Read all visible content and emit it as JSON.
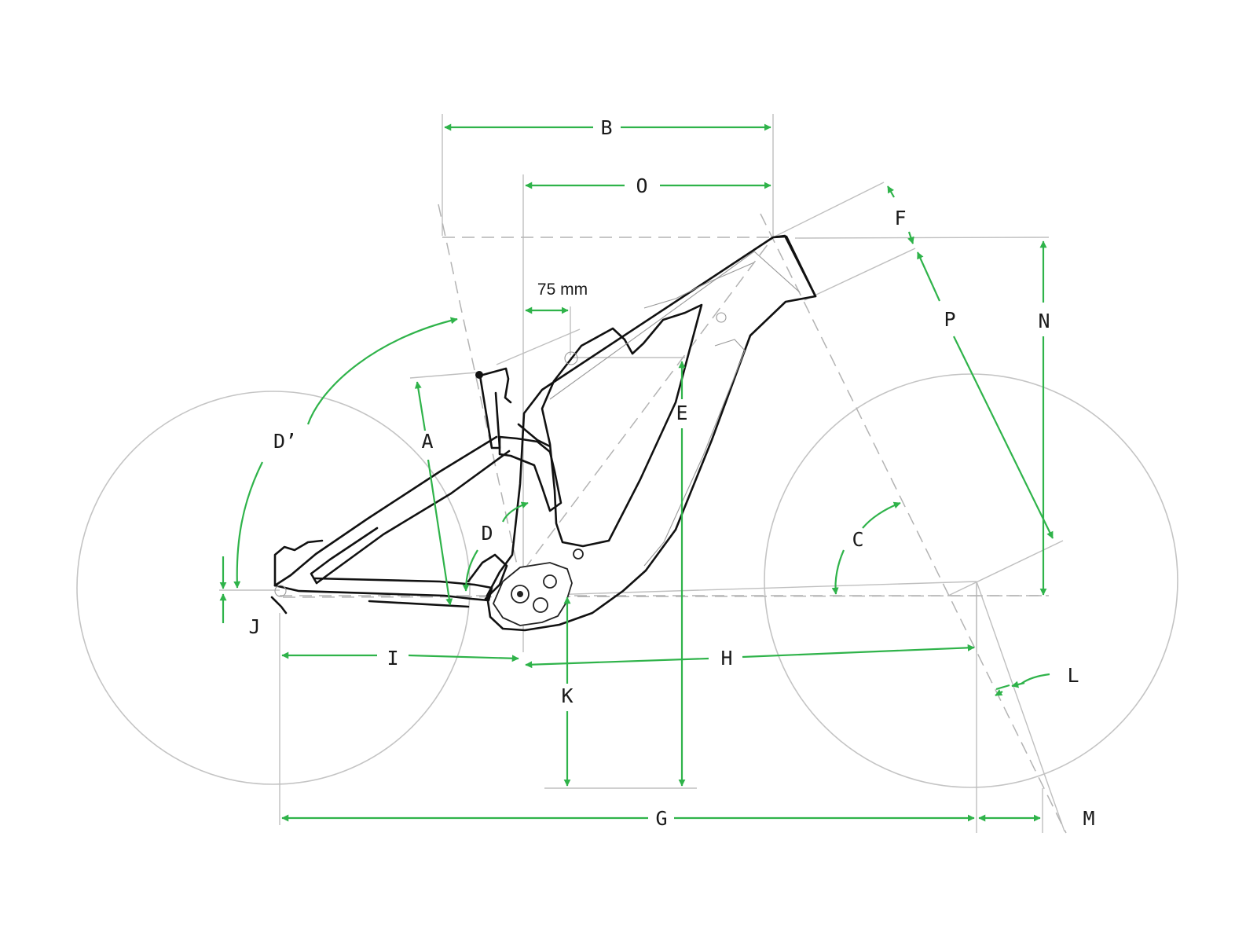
{
  "diagram": {
    "labels": {
      "A": "A",
      "B": "B",
      "C": "C",
      "D": "D",
      "D_prime": "D’",
      "E": "E",
      "F": "F",
      "G": "G",
      "H": "H",
      "I": "I",
      "J": "J",
      "K": "K",
      "L": "L",
      "M": "M",
      "N": "N",
      "O": "O",
      "P": "P"
    },
    "annotation_75mm": "75 mm",
    "colors": {
      "dimension": "#2fb34a",
      "frame": "#111111",
      "guides": "#bfbfbf",
      "background": "#ffffff"
    }
  }
}
